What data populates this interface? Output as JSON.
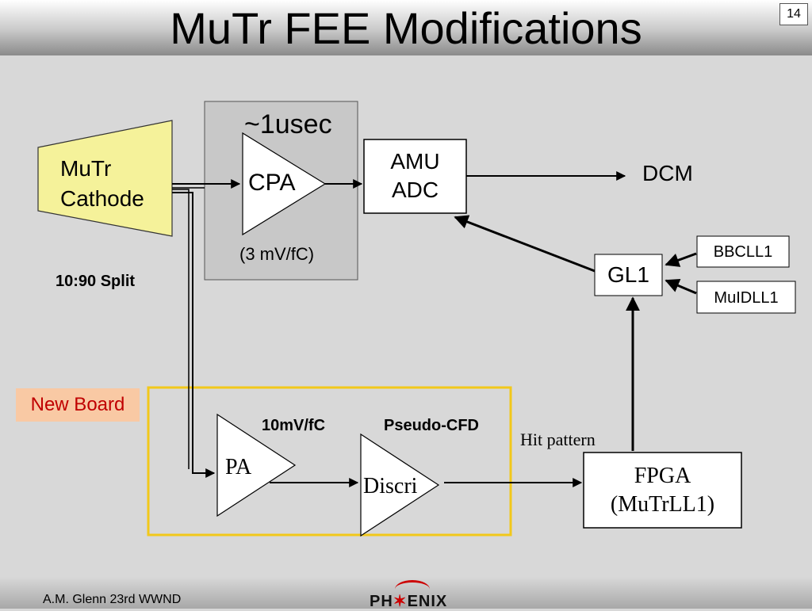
{
  "slide": {
    "title": "MuTr FEE Modifications",
    "page_number": "14",
    "footer": "A.M. Glenn 23rd WWND",
    "logo": {
      "left": "PH",
      "mark": "✶",
      "right": "ENIX"
    }
  },
  "diagram": {
    "cathode": "MuTr\nCathode",
    "split": "10:90 Split",
    "timing": "~1usec",
    "cpa": "CPA",
    "cpa_gain": "(3 mV/fC)",
    "amu_adc": "AMU\nADC",
    "dcm": "DCM",
    "gl1": "GL1",
    "bbcll1": "BBCLL1",
    "muidll1": "MuIDLL1",
    "new_board": "New Board",
    "pa": "PA",
    "pa_gain": "10mV/fC",
    "pseudo_cfd": "Pseudo-CFD",
    "discri": "Discri",
    "hit_pattern": "Hit pattern",
    "fpga": "FPGA\n(MuTrLL1)"
  },
  "colors": {
    "cathode_fill": "#f5f29a",
    "new_board_label_bg": "#f9c9a4",
    "new_board_label_text": "#c00000",
    "new_board_border": "#f2c81a",
    "cpa_box_bg": "#c8c8c8"
  }
}
